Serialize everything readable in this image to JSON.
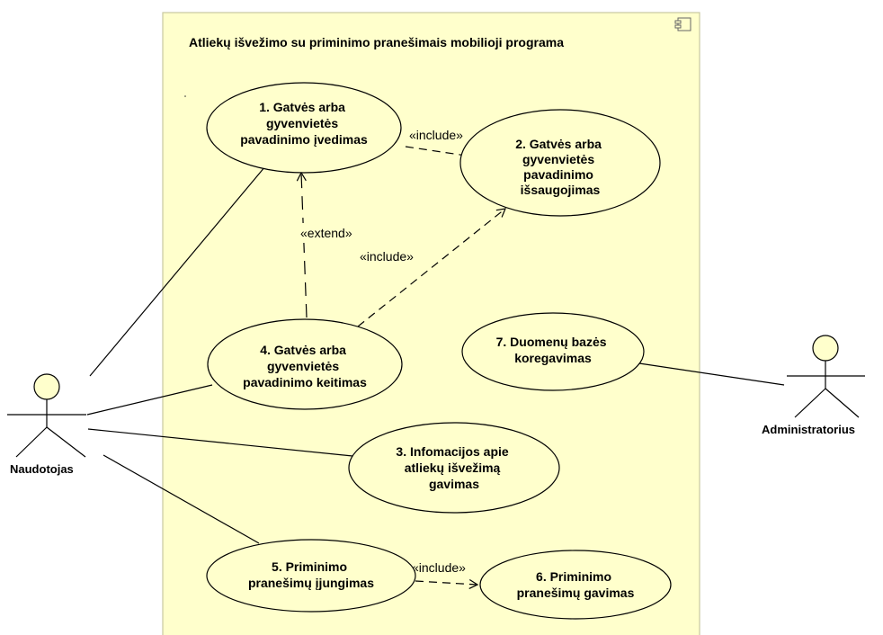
{
  "system": {
    "title": "Atliekų išvežimo su priminimo pranešimais mobilioji programa",
    "fill": "#ffffcc",
    "stroke": "#bfbf8f"
  },
  "actors": {
    "user": "Naudotojas",
    "admin": "Administratorius"
  },
  "use_cases": {
    "uc1": [
      "1. Gatvės arba",
      "gyvenvietės",
      "pavadinimo įvedimas"
    ],
    "uc2": [
      "2. Gatvės arba",
      "gyvenvietės",
      "pavadinimo",
      "išsaugojimas"
    ],
    "uc3": [
      "3. Infomacijos apie",
      "atliekų išvežimą",
      "gavimas"
    ],
    "uc4": [
      "4. Gatvės arba",
      "gyvenvietės",
      "pavadinimo keitimas"
    ],
    "uc5": [
      "5. Priminimo",
      "pranešimų įjungimas"
    ],
    "uc6": [
      "6. Priminimo",
      "pranešimų gavimas"
    ],
    "uc7": [
      "7. Duomenų bazės",
      "koregavimas"
    ]
  },
  "relations": {
    "include_1_2": "«include»",
    "include_4_2": "«include»",
    "extend_4_1": "«extend»",
    "include_5_6": "«include»"
  },
  "colors": {
    "usecase_fill": "#ffffcc",
    "line": "#000000"
  }
}
